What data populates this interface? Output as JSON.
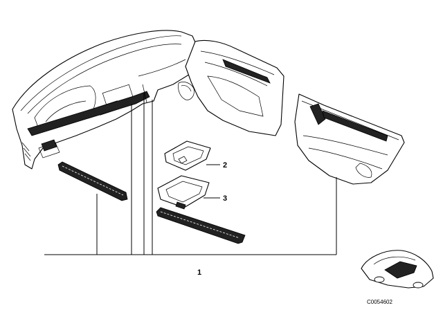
{
  "diagram": {
    "callouts": {
      "part_1": "1",
      "part_2": "2",
      "part_3": "3"
    },
    "image_code": "C0054602",
    "icons": [
      "dashboard-trim-icon",
      "door-panel-icon",
      "center-console-trim-icon",
      "car-thumbnail-icon"
    ]
  }
}
